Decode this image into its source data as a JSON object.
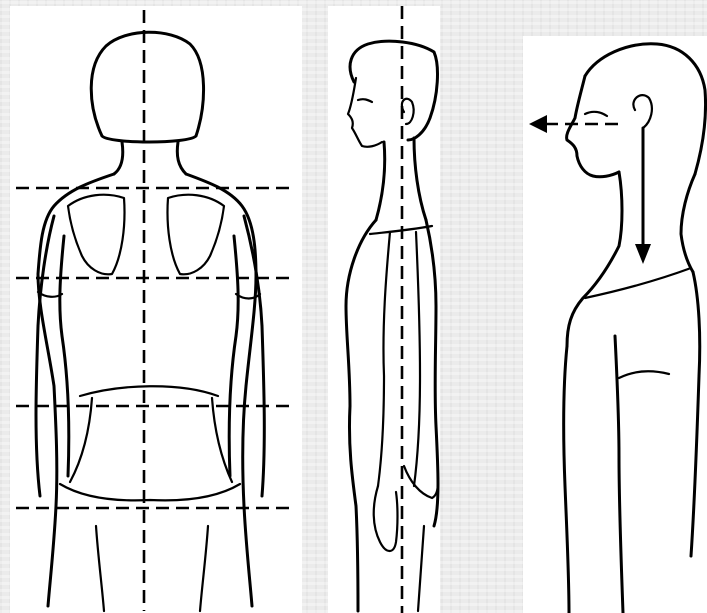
{
  "figure": {
    "views": [
      {
        "id": "back-view",
        "guide_lines": {
          "vertical": 1,
          "horizontal": 4
        }
      },
      {
        "id": "side-view",
        "guide_lines": {
          "vertical": 1,
          "horizontal": 0
        }
      },
      {
        "id": "head-neck-view",
        "arrows": [
          "gaze-forward",
          "neck-down"
        ]
      }
    ],
    "colors": {
      "ink": "#000000",
      "paper": "#ffffff",
      "background": "#ebebeb"
    }
  }
}
